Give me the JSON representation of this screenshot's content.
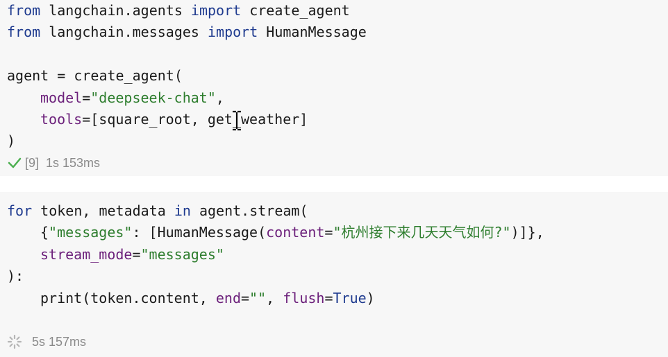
{
  "cell1": {
    "lines": {
      "l1": {
        "from": "from",
        "mod": " langchain.agents ",
        "imp": "import",
        "name": " create_agent"
      },
      "l2": {
        "from": "from",
        "mod": " langchain.messages ",
        "imp": "import",
        "name": " HumanMessage"
      },
      "l4": {
        "pre": "agent = create_agent("
      },
      "l5": {
        "arg": "model",
        "eq": "=",
        "val": "\"deepseek-chat\"",
        "post": ","
      },
      "l6": {
        "arg": "tools",
        "eq": "=",
        "val": "[square_root, get_weather]"
      },
      "l7": {
        "close": ")"
      }
    },
    "status": {
      "exec_count": "[9]",
      "duration": "1s 153ms"
    }
  },
  "cell2": {
    "lines": {
      "l1": {
        "for": "for",
        "mid": " token, metadata ",
        "in": "in",
        "post": " agent.stream("
      },
      "l2": {
        "open": "{",
        "key": "\"messages\"",
        "colon": ": [HumanMessage(",
        "arg": "content",
        "eq": "=",
        "val": "\"杭州接下来几天天气如何?\"",
        "close": ")]},"
      },
      "l3": {
        "arg": "stream_mode",
        "eq": "=",
        "val": "\"messages\""
      },
      "l4": {
        "close": "):"
      },
      "l5": {
        "fn": "print",
        "open": "(token.content, ",
        "arg1": "end",
        "eq1": "=",
        "val1": "\"\"",
        "sep": ", ",
        "arg2": "flush",
        "eq2": "=",
        "val2": "True",
        "close": ")"
      }
    },
    "status": {
      "duration": "5s 157ms"
    }
  },
  "colors": {
    "keyword": "#1f3b8f",
    "string": "#2d7d2d",
    "argument": "#6b1f7a",
    "success": "#4caf50",
    "muted": "#8a8a8a"
  }
}
